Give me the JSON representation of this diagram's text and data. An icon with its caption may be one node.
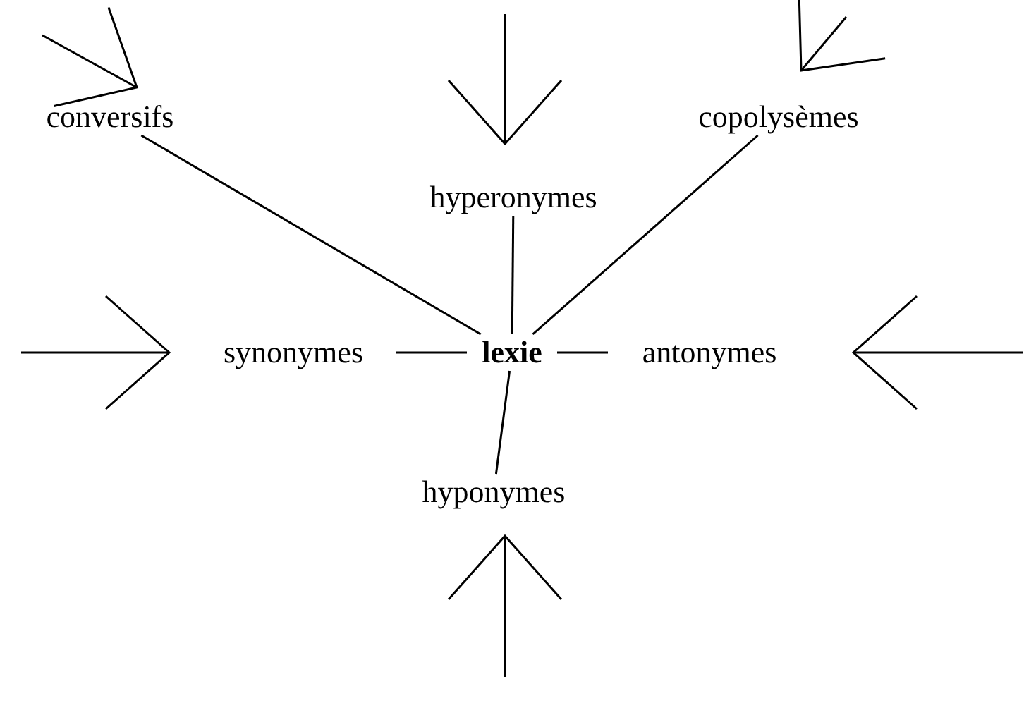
{
  "diagram": {
    "nodes": [
      {
        "text": [
          "lexie"
        ]
      },
      {
        "text": [
          "conversifs"
        ]
      },
      {
        "text": [
          "hyperonymes"
        ]
      },
      {
        "text": [
          "copolysèmes"
        ]
      },
      {
        "text": [
          "synonymes"
        ]
      },
      {
        "text": [
          "antonymes"
        ]
      },
      {
        "text": [
          "hyponymes"
        ]
      }
    ],
    "edges": [
      {
        "from": 0,
        "to": 1,
        "arrow": "none"
      },
      {
        "from": 0,
        "to": 2,
        "arrow": "none"
      },
      {
        "from": 0,
        "to": 3,
        "arrow": "none"
      },
      {
        "from": 0,
        "to": 4,
        "arrow": "none"
      },
      {
        "from": 0,
        "to": 5,
        "arrow": "none"
      },
      {
        "from": 0,
        "to": 6,
        "arrow": "none"
      },
      {
        "from": null,
        "to": 1,
        "arrow": "to"
      },
      {
        "from": null,
        "to": 2,
        "arrow": "to"
      },
      {
        "from": null,
        "to": 3,
        "arrow": "to"
      },
      {
        "from": null,
        "to": 4,
        "arrow": "to"
      },
      {
        "from": null,
        "to": 5,
        "arrow": "to"
      },
      {
        "from": null,
        "to": 6,
        "arrow": "to"
      }
    ]
  }
}
